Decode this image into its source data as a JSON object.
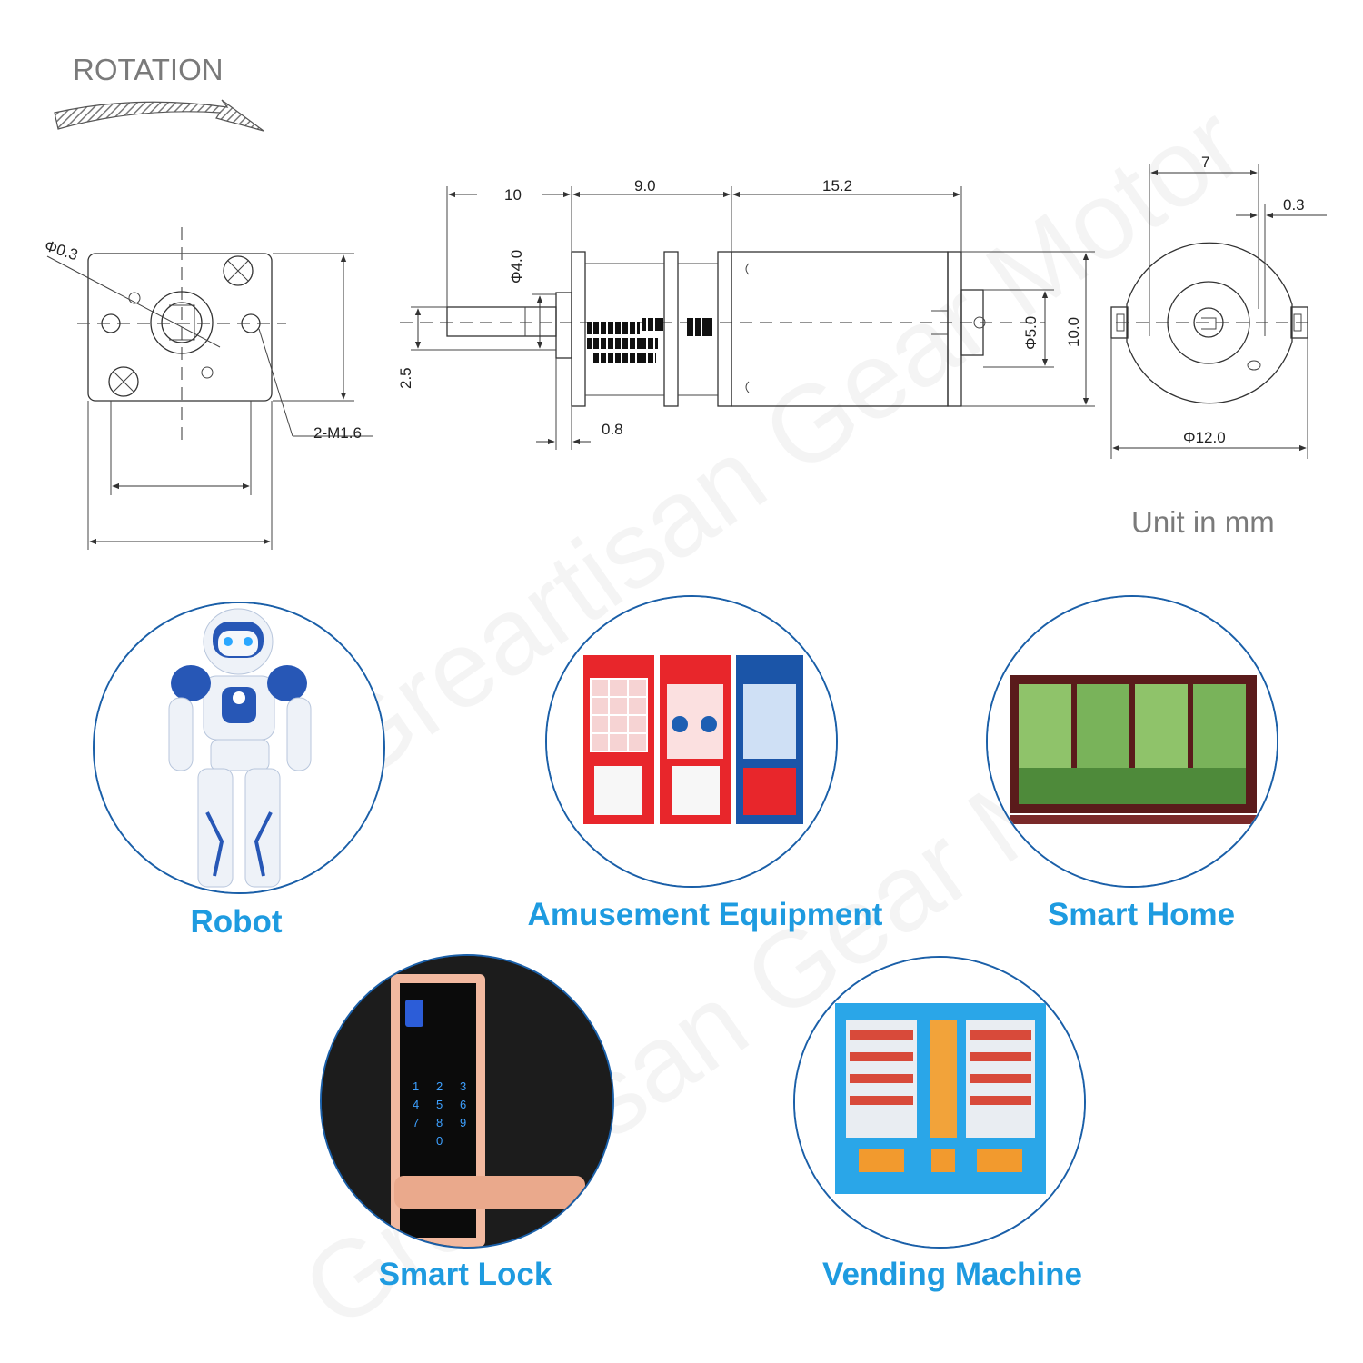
{
  "header": {
    "rotation_label": "ROTATION",
    "unit_note": "Unit in mm"
  },
  "watermark": {
    "text": "Greartisan Gear Motor"
  },
  "dimensions": {
    "shaft_hole_dia": "Φ0.3",
    "screw_holes": "2-M1.6",
    "shaft_length": "10",
    "gearbox_length": "9.0",
    "motor_length": "15.2",
    "shaft_dia": "Φ4.0",
    "shaft_offset": "2.5",
    "plate_thickness": "0.8",
    "rear_boss_dia": "Φ5.0",
    "motor_height": "10.0",
    "rear_width": "7",
    "rear_gap": "0.3",
    "motor_dia": "Φ12.0"
  },
  "applications": [
    {
      "label": "Robot"
    },
    {
      "label": "Amusement Equipment"
    },
    {
      "label": "Smart Home"
    },
    {
      "label": "Smart Lock"
    },
    {
      "label": "Vending Machine"
    }
  ],
  "colors": {
    "accent": "#1e9be0",
    "circle_border": "#1a5fa8"
  }
}
